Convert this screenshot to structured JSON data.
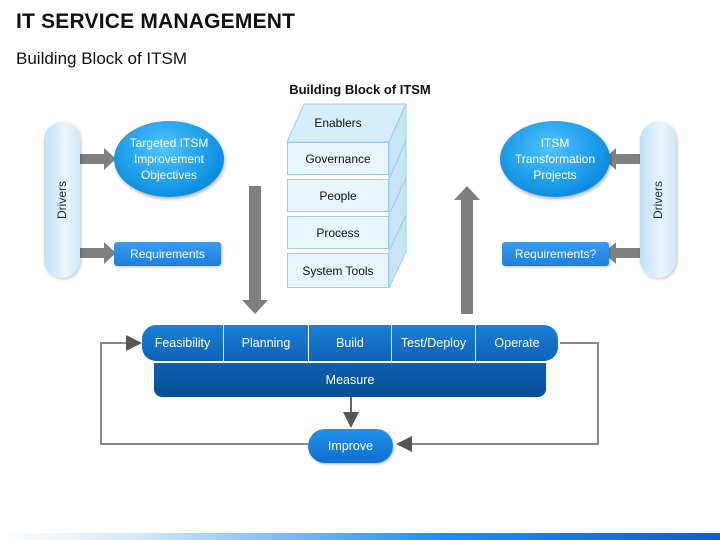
{
  "header": {
    "title": "IT SERVICE MANAGEMENT",
    "subtitle": "Building Block of ITSM"
  },
  "block": {
    "heading": "Building Block of ITSM",
    "layers": [
      "Enablers",
      "Governance",
      "People",
      "Process",
      "System Tools"
    ]
  },
  "left": {
    "drivers": "Drivers",
    "objective_line1": "Targeted ITSM",
    "objective_line2": "Improvement",
    "objective_line3": "Objectives",
    "requirements": "Requirements"
  },
  "right": {
    "drivers": "Drivers",
    "project_line1": "ITSM",
    "project_line2": "Transformation",
    "project_line3": "Projects",
    "requirements": "Requirements?"
  },
  "lifecycle": {
    "phases": [
      "Feasibility",
      "Planning",
      "Build",
      "Test/Deploy",
      "Operate"
    ],
    "measure": "Measure",
    "improve": "Improve"
  },
  "colors": {
    "accent": "#1c7fe0",
    "dark_bar": "#0b5aa6",
    "connector": "#7a7a7a"
  }
}
